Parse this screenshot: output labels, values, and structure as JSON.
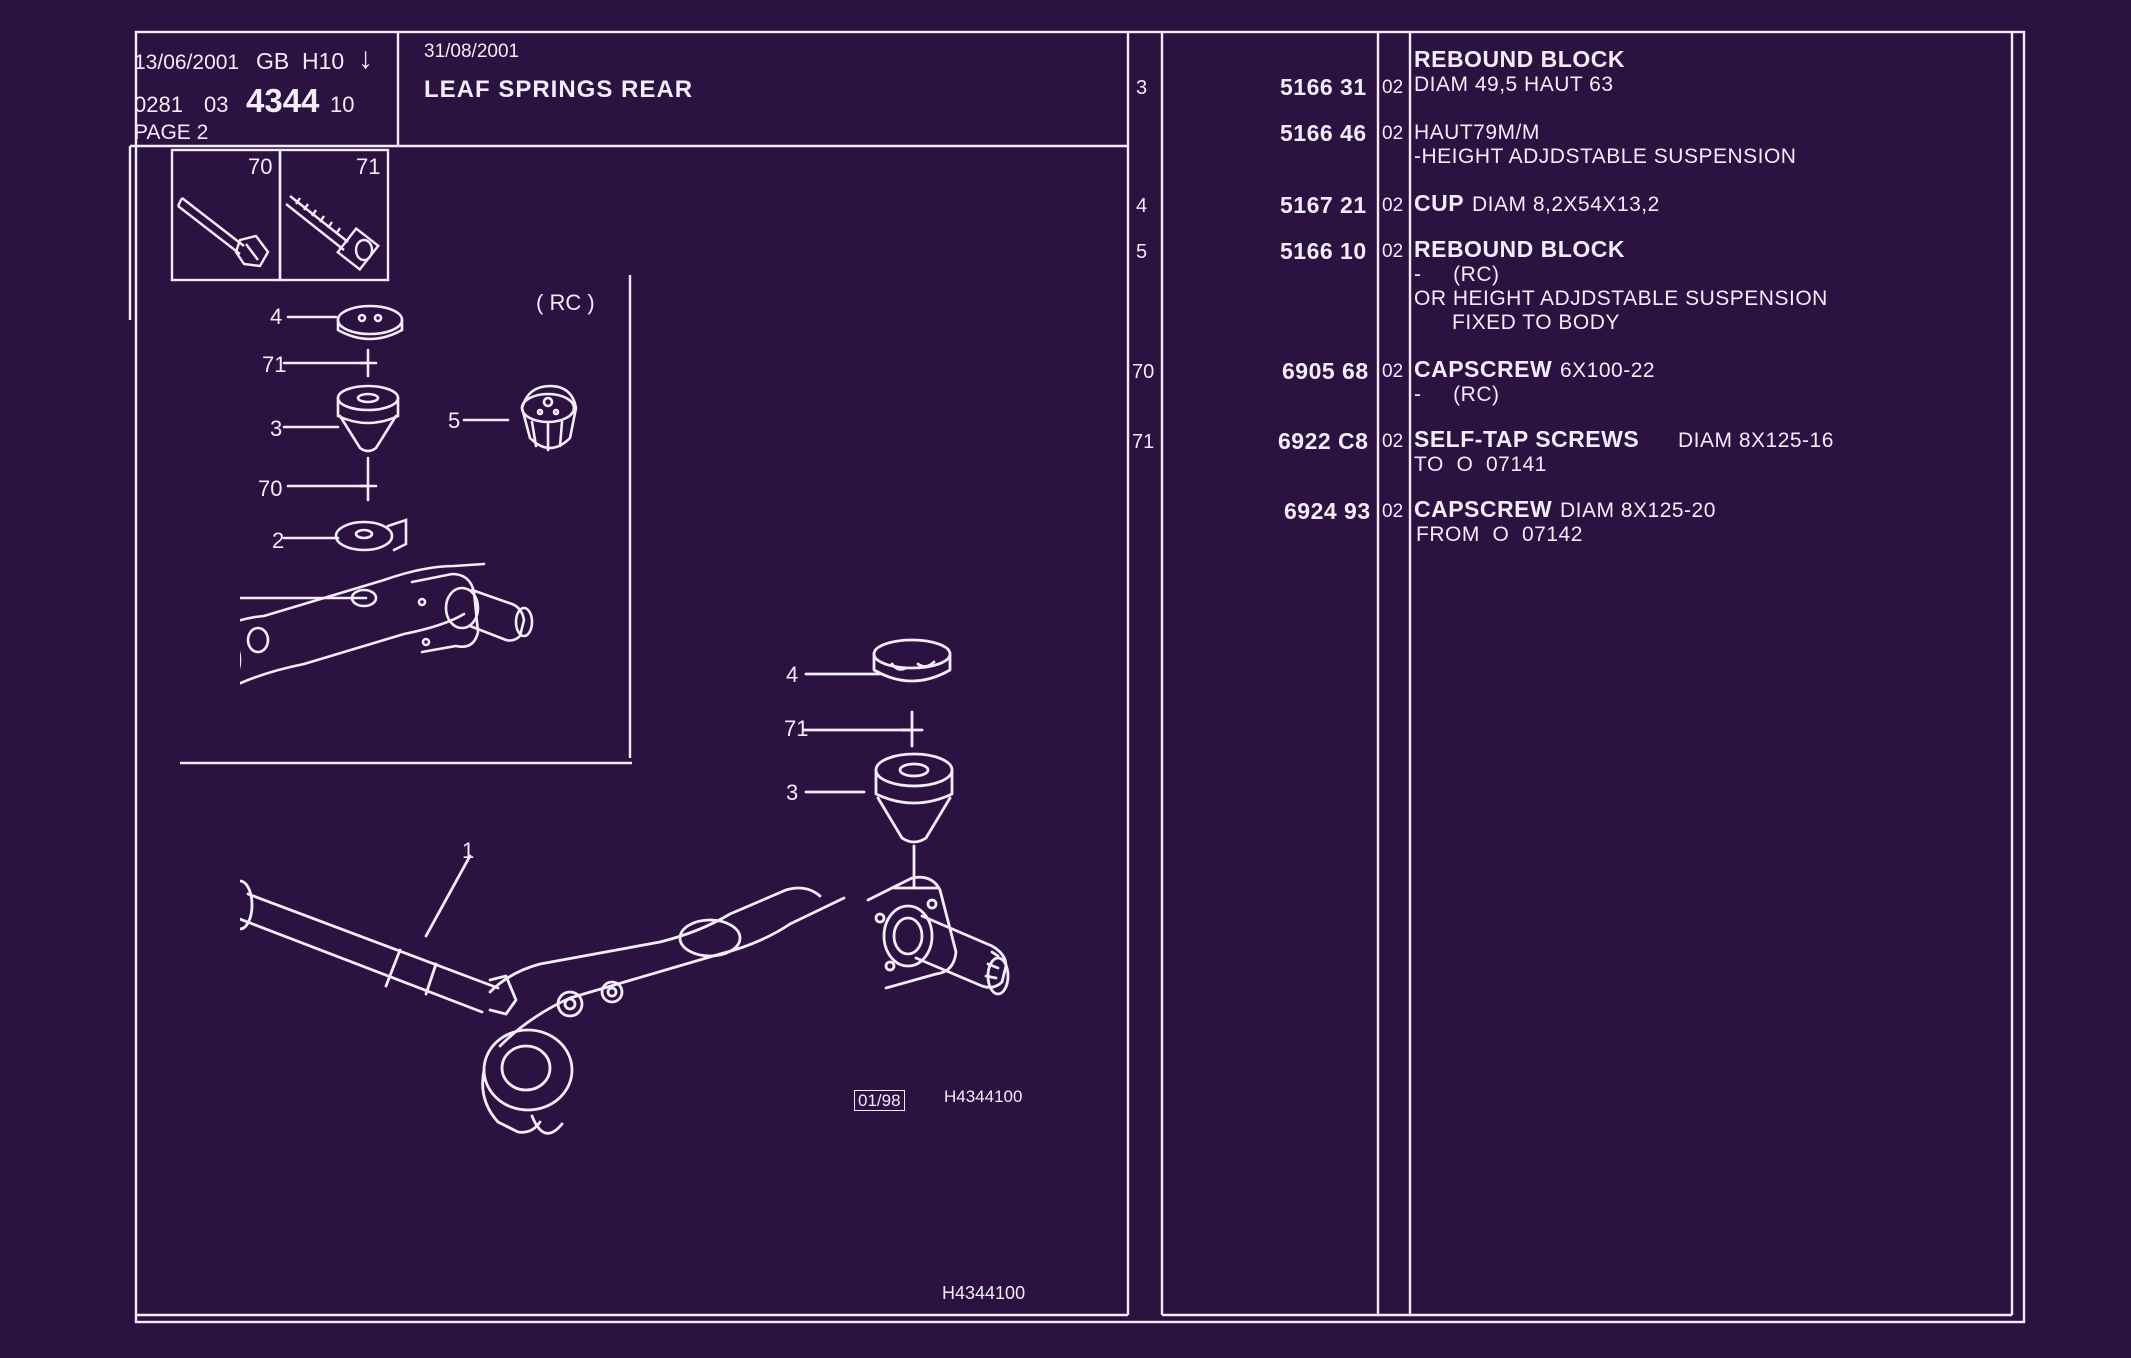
{
  "header": {
    "date_left": "13/06/2001",
    "lang_code": "GB",
    "variant_code": "H10",
    "arrow": "↓",
    "catalog_prefix": "0281",
    "catalog_group": "03",
    "catalog_number": "4344",
    "catalog_suffix": "10",
    "page_label": "PAGE  2",
    "date_right": "31/08/2001",
    "title": "LEAF SPRINGS REAR"
  },
  "thumbnails": [
    {
      "ref": "70",
      "icon": "capscrew-icon"
    },
    {
      "ref": "71",
      "icon": "self-tap-screw-icon"
    }
  ],
  "inset": {
    "label": "( RC )",
    "callouts": [
      "4",
      "71",
      "3",
      "70",
      "2",
      "5"
    ]
  },
  "main_drawing": {
    "callouts": [
      "4",
      "71",
      "3",
      "1"
    ],
    "date_box": "01/98",
    "drawing_code": "H4344100"
  },
  "footer_code": "H4344100",
  "parts": [
    {
      "ref": "3",
      "part_no": "5166 31",
      "variant": "02",
      "name": "REBOUND BLOCK",
      "lines": [
        "DIAM 49,5 HAUT 63"
      ],
      "inline": ""
    },
    {
      "ref": "",
      "part_no": "5166 46",
      "variant": "02",
      "name": "",
      "lines": [
        "HAUT79M/M",
        "-HEIGHT ADJDSTABLE SUSPENSION"
      ],
      "inline": ""
    },
    {
      "ref": "4",
      "part_no": "5167 21",
      "variant": "02",
      "name": "CUP",
      "lines": [],
      "inline": "DIAM 8,2X54X13,2"
    },
    {
      "ref": "5",
      "part_no": "5166 10",
      "variant": "02",
      "name": "REBOUND BLOCK",
      "lines": [
        "-     (RC)",
        "OR HEIGHT ADJDSTABLE SUSPENSION",
        "      FIXED TO BODY"
      ],
      "inline": ""
    },
    {
      "ref": "70",
      "part_no": "6905 68",
      "variant": "02",
      "name": "CAPSCREW",
      "lines": [
        "-     (RC)"
      ],
      "inline": "6X100-22"
    },
    {
      "ref": "71",
      "part_no": "6922 C8",
      "variant": "02",
      "name": "SELF-TAP SCREWS",
      "lines": [
        "TO  O  07141"
      ],
      "inline": "DIAM 8X125-16"
    },
    {
      "ref": "",
      "part_no": "6924 93",
      "variant": "02",
      "name": "CAPSCREW",
      "lines": [
        "FROM  O  07142"
      ],
      "inline": "DIAM 8X125-20"
    }
  ],
  "colors": {
    "background": "#2c1240",
    "ink": "#f1ecf6"
  }
}
